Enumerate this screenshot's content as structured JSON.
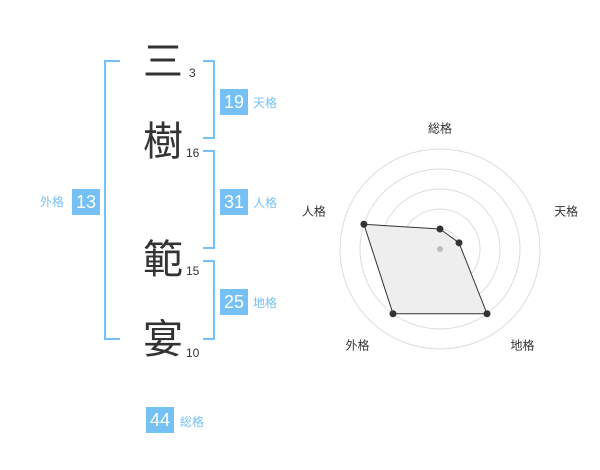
{
  "name": {
    "chars": [
      {
        "char": "三",
        "strokes": "3"
      },
      {
        "char": "樹",
        "strokes": "16"
      },
      {
        "char": "範",
        "strokes": "15"
      },
      {
        "char": "宴",
        "strokes": "10"
      }
    ]
  },
  "kaku": {
    "tenkaku": {
      "value": "19",
      "label": "天格"
    },
    "jinkaku": {
      "value": "31",
      "label": "人格"
    },
    "chikaku": {
      "value": "25",
      "label": "地格"
    },
    "gaikaku": {
      "value": "13",
      "label": "外格"
    },
    "soukaku": {
      "value": "44",
      "label": "総格"
    }
  },
  "chart_data": {
    "type": "radar",
    "axes": [
      "総格",
      "天格",
      "地格",
      "外格",
      "人格"
    ],
    "values": [
      1,
      1,
      4,
      4,
      4
    ],
    "levels": 5,
    "max": 5,
    "fill_color": "#eeeeee",
    "line_color": "#333333",
    "grid_color": "#dddddd"
  },
  "colors": {
    "accent": "#75c1f5",
    "text": "#333333"
  }
}
